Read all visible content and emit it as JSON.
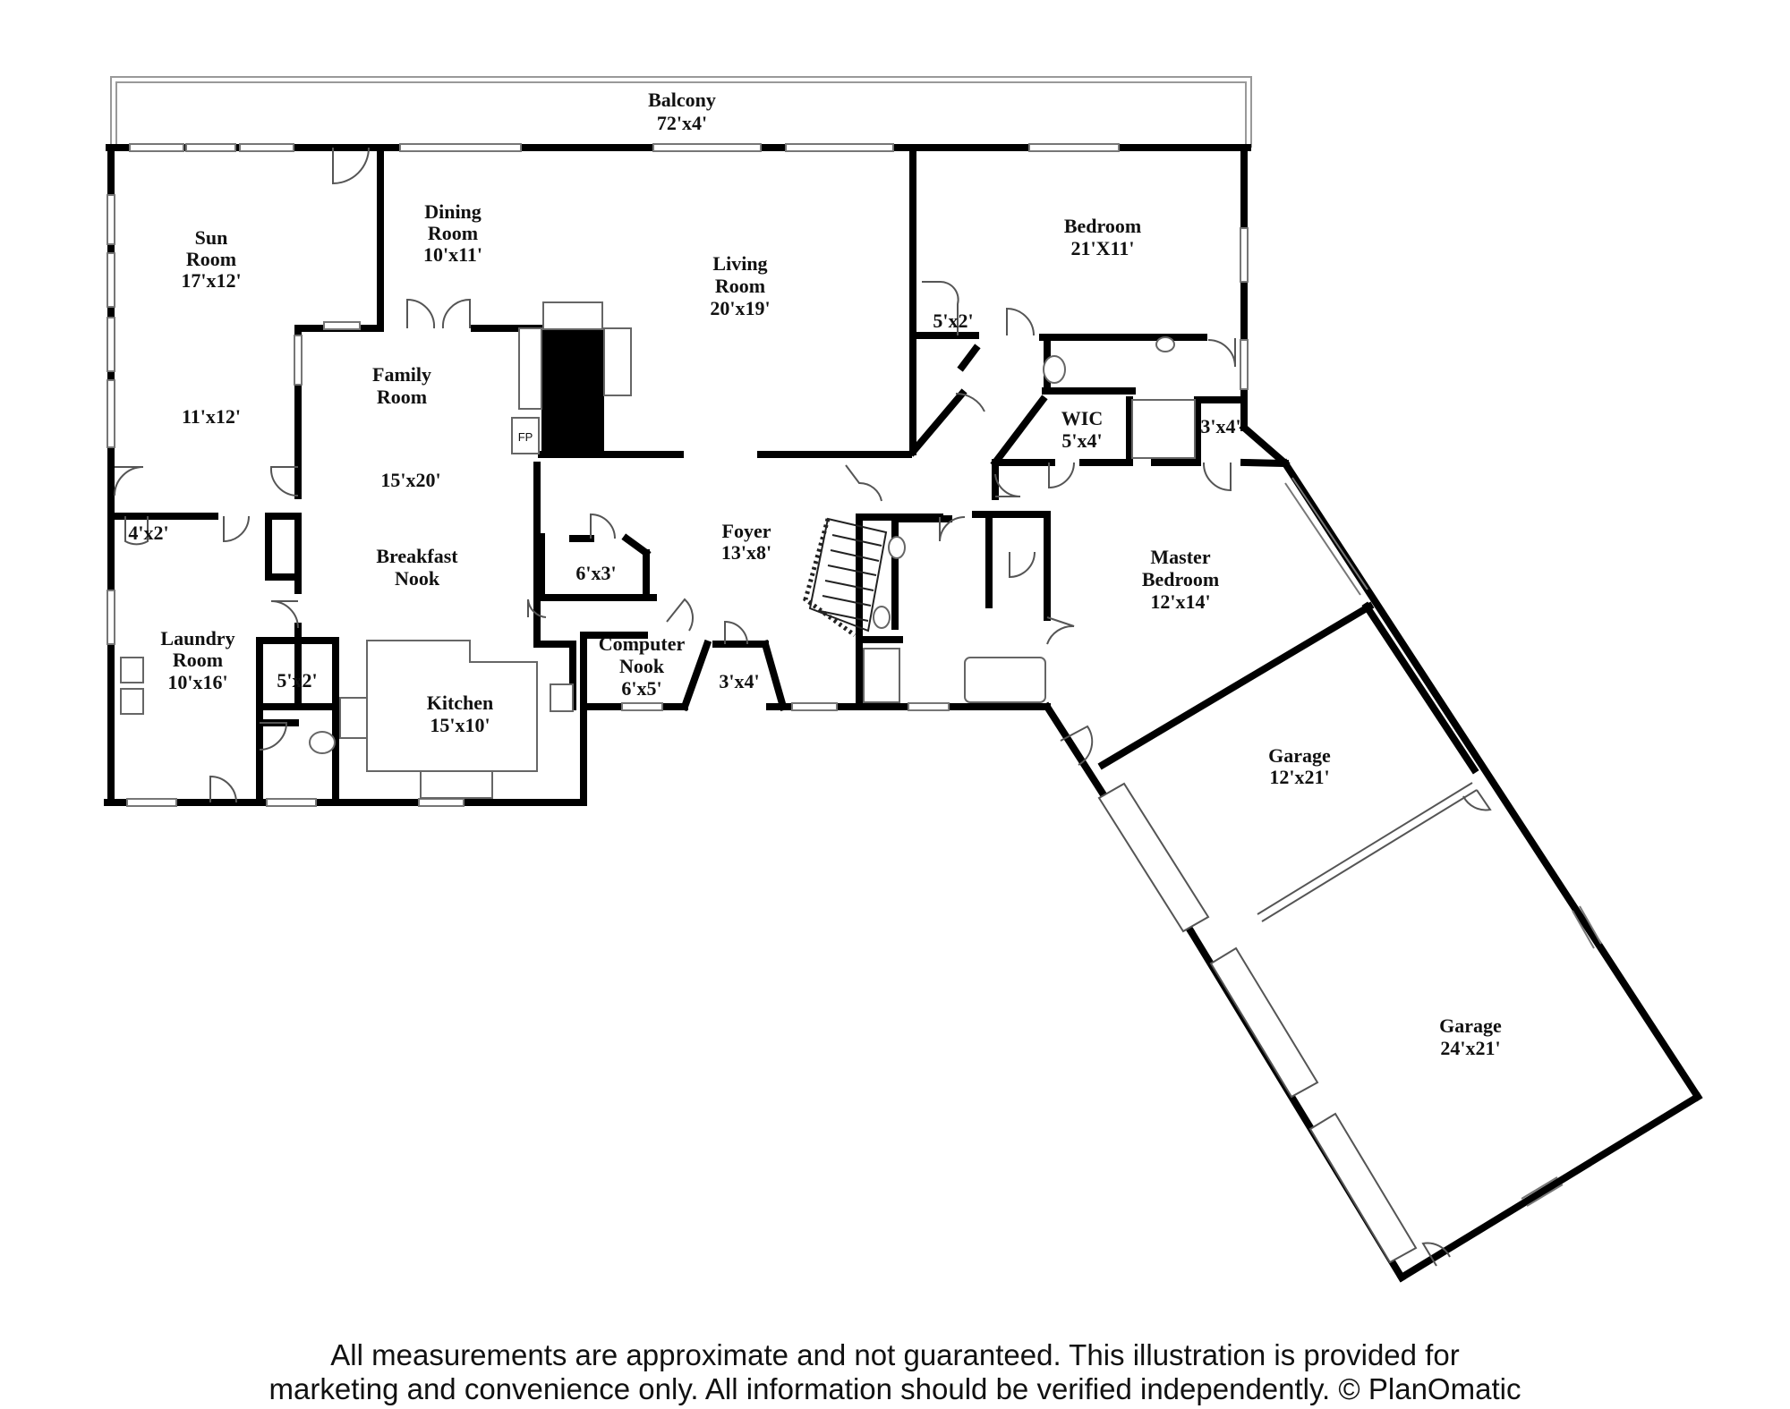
{
  "rooms": [
    {
      "id": "balcony",
      "name": [
        "Balcony"
      ],
      "dims": "72'x4'"
    },
    {
      "id": "sun-room",
      "name": [
        "Sun",
        "Room"
      ],
      "dims": "17'x12'"
    },
    {
      "id": "sun-room-lower",
      "name": [],
      "dims": "11'x12'"
    },
    {
      "id": "dining-room",
      "name": [
        "Dining",
        "Room"
      ],
      "dims": "10'x11'"
    },
    {
      "id": "living-room",
      "name": [
        "Living",
        "Room"
      ],
      "dims": "20'x19'"
    },
    {
      "id": "bedroom",
      "name": [
        "Bedroom"
      ],
      "dims": "21'X11'"
    },
    {
      "id": "bedroom-closet",
      "name": [],
      "dims": "5'x2'"
    },
    {
      "id": "family-room",
      "name": [
        "Family",
        "Room"
      ],
      "dims": "15'x20'"
    },
    {
      "id": "breakfast-nook",
      "name": [
        "Breakfast",
        "Nook"
      ],
      "dims": ""
    },
    {
      "id": "wic",
      "name": [
        "WIC"
      ],
      "dims": "5'x4'"
    },
    {
      "id": "closet-3x4",
      "name": [],
      "dims": "3'x4'"
    },
    {
      "id": "foyer",
      "name": [
        "Foyer"
      ],
      "dims": "13'x8'"
    },
    {
      "id": "closet-4x2",
      "name": [],
      "dims": "4'x2'"
    },
    {
      "id": "closet-6x3",
      "name": [],
      "dims": "6'x3'"
    },
    {
      "id": "master-bedroom",
      "name": [
        "Master",
        "Bedroom"
      ],
      "dims": "12'x14'"
    },
    {
      "id": "laundry-room",
      "name": [
        "Laundry",
        "Room"
      ],
      "dims": "10'x16'"
    },
    {
      "id": "computer-nook",
      "name": [
        "Computer",
        "Nook"
      ],
      "dims": "6'x5'"
    },
    {
      "id": "closet-5x2",
      "name": [],
      "dims": "5'x2'"
    },
    {
      "id": "entry-3x4",
      "name": [],
      "dims": "3'x4'"
    },
    {
      "id": "kitchen",
      "name": [
        "Kitchen"
      ],
      "dims": "15'x10'"
    },
    {
      "id": "garage-small",
      "name": [
        "Garage"
      ],
      "dims": "12'x21'"
    },
    {
      "id": "garage-large",
      "name": [
        "Garage"
      ],
      "dims": "24'x21'"
    }
  ],
  "fireplace_label": "FP",
  "disclaimer": {
    "line1": "All measurements are approximate and not guaranteed. This illustration is provided for",
    "line2": "marketing and convenience only. All information should be verified independently. © PlanOmatic"
  }
}
